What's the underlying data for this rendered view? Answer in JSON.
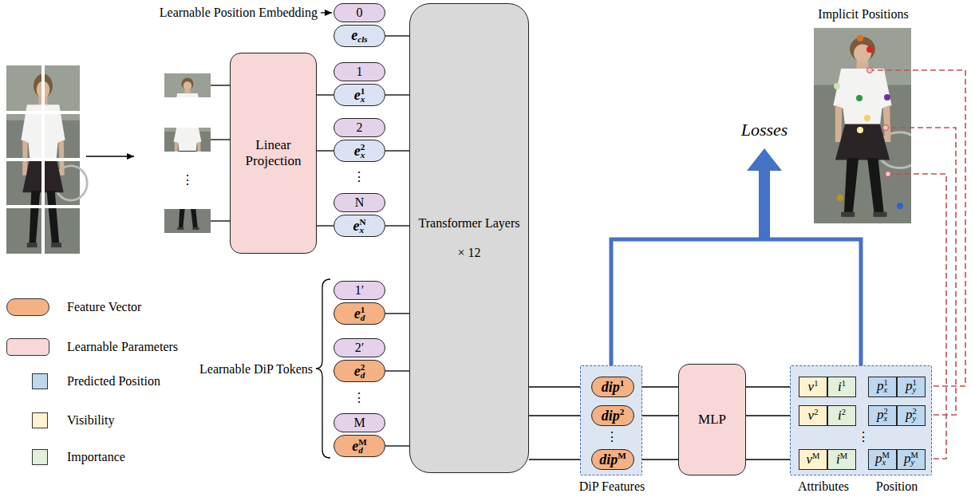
{
  "diagram": {
    "nodes": [
      {
        "text": [
          "0"
        ]
      },
      {
        "text": [
          "ecls"
        ]
      },
      {
        "text": [
          "1"
        ]
      },
      {
        "text": [
          "ex1"
        ]
      },
      {
        "text": [
          "2"
        ]
      },
      {
        "text": [
          "ex2"
        ]
      },
      {
        "text": [
          "N"
        ]
      },
      {
        "text": [
          "exN"
        ]
      },
      {
        "text": [
          "Linear Projection"
        ]
      },
      {
        "text": [
          "Transformer Layers",
          "× 12"
        ]
      },
      {
        "text": [
          "1′"
        ]
      },
      {
        "text": [
          "ed1"
        ]
      },
      {
        "text": [
          "2′"
        ]
      },
      {
        "text": [
          "ed2"
        ]
      },
      {
        "text": [
          "M"
        ]
      },
      {
        "text": [
          "edM"
        ]
      },
      {
        "text": [
          "DiP Features"
        ]
      },
      {
        "text": [
          "dip1"
        ],
        "in": 16
      },
      {
        "text": [
          "dip2"
        ],
        "in": 16
      },
      {
        "text": [
          "dipM"
        ],
        "in": 16
      },
      {
        "text": [
          "MLP"
        ]
      },
      {
        "text": [
          "Attributes",
          "Position"
        ]
      },
      {
        "text": [
          "v1"
        ],
        "in": 21
      },
      {
        "text": [
          "i1"
        ],
        "in": 21
      },
      {
        "text": [
          "px1"
        ],
        "in": 21
      },
      {
        "text": [
          "py1"
        ],
        "in": 21
      },
      {
        "text": [
          "v2"
        ],
        "in": 21
      },
      {
        "text": [
          "i2"
        ],
        "in": 21
      },
      {
        "text": [
          "px2"
        ],
        "in": 21
      },
      {
        "text": [
          "py2"
        ],
        "in": 21
      },
      {
        "text": [
          "vM"
        ],
        "in": 21
      },
      {
        "text": [
          "iM"
        ],
        "in": 21
      },
      {
        "text": [
          "pxM"
        ],
        "in": 21
      },
      {
        "text": [
          "pyM"
        ],
        "in": 21
      }
    ],
    "edges": [
      {
        "from": 8,
        "to": 3,
        "arrow": "none"
      },
      {
        "from": 8,
        "to": 5,
        "arrow": "none"
      },
      {
        "from": 8,
        "to": 7,
        "arrow": "none"
      },
      {
        "from": 1,
        "to": 9,
        "arrow": "none"
      },
      {
        "from": 3,
        "to": 9,
        "arrow": "none"
      },
      {
        "from": 5,
        "to": 9,
        "arrow": "none"
      },
      {
        "from": 7,
        "to": 9,
        "arrow": "none"
      },
      {
        "from": 11,
        "to": 9,
        "arrow": "none"
      },
      {
        "from": 13,
        "to": 9,
        "arrow": "none"
      },
      {
        "from": 15,
        "to": 9,
        "arrow": "none"
      },
      {
        "from": 9,
        "to": 17,
        "arrow": "none"
      },
      {
        "from": 9,
        "to": 18,
        "arrow": "none"
      },
      {
        "from": 9,
        "to": 19,
        "arrow": "none"
      },
      {
        "from": 17,
        "to": 20,
        "arrow": "none"
      },
      {
        "from": 18,
        "to": 20,
        "arrow": "none"
      },
      {
        "from": 19,
        "to": 20,
        "arrow": "none"
      },
      {
        "from": 20,
        "to": 22,
        "arrow": "none"
      },
      {
        "from": 20,
        "to": 26,
        "arrow": "none"
      },
      {
        "from": 20,
        "to": 30,
        "arrow": "none"
      }
    ],
    "labels": [
      "Learnable Position Embedding",
      "⋮",
      "⋮",
      "Learnable DiP Tokens",
      "⋮",
      "⋮",
      "⋮",
      "Losses",
      "Implicit Positions"
    ],
    "legend": [
      {
        "text": "Feature Vector",
        "color": "#f4b183"
      },
      {
        "text": "Learnable Parameters",
        "color": "#f8d7d7"
      },
      {
        "text": "Predicted Position",
        "color": "#bdd7ee"
      },
      {
        "text": "Visibility",
        "color": "#fff2cc"
      },
      {
        "text": "Importance",
        "color": "#e2efda"
      }
    ]
  }
}
